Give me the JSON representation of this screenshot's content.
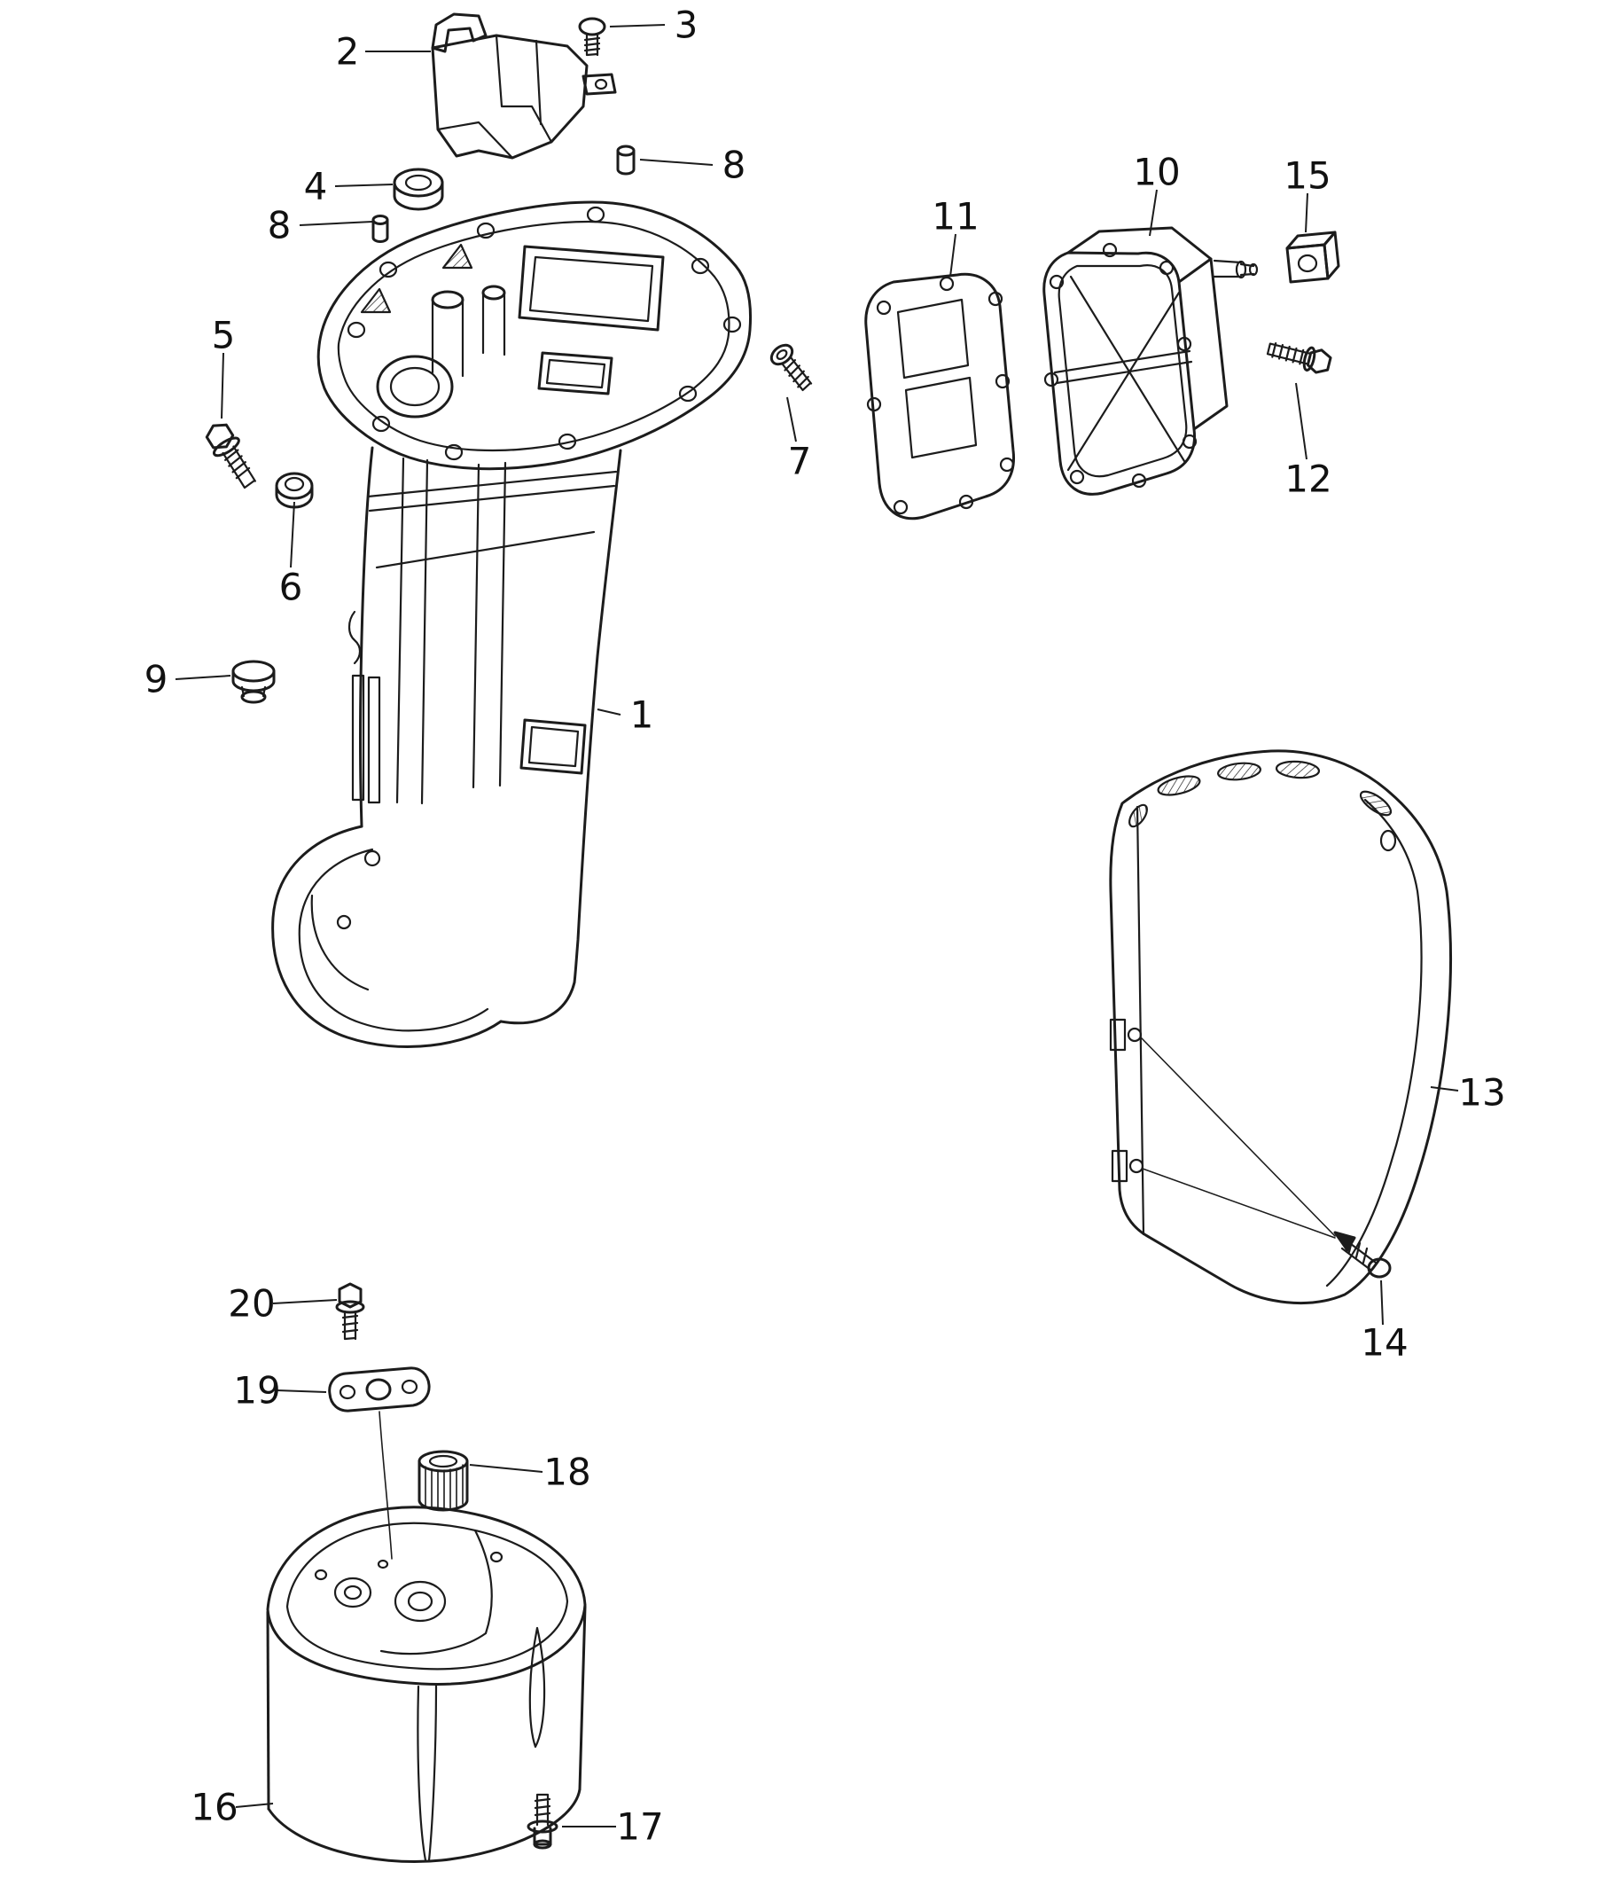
{
  "page": {
    "background": "#ffffff",
    "line_color": "#1c1c1c",
    "text_color": "#111111"
  },
  "diagram": {
    "callouts": [
      {
        "label": "1"
      },
      {
        "label": "2"
      },
      {
        "label": "3"
      },
      {
        "label": "4"
      },
      {
        "label": "5"
      },
      {
        "label": "6"
      },
      {
        "label": "7"
      },
      {
        "label": "8"
      },
      {
        "label": "8"
      },
      {
        "label": "9"
      },
      {
        "label": "10"
      },
      {
        "label": "11"
      },
      {
        "label": "12"
      },
      {
        "label": "13"
      },
      {
        "label": "14"
      },
      {
        "label": "15"
      },
      {
        "label": "16"
      },
      {
        "label": "17"
      },
      {
        "label": "18"
      },
      {
        "label": "19"
      },
      {
        "label": "20"
      }
    ]
  }
}
